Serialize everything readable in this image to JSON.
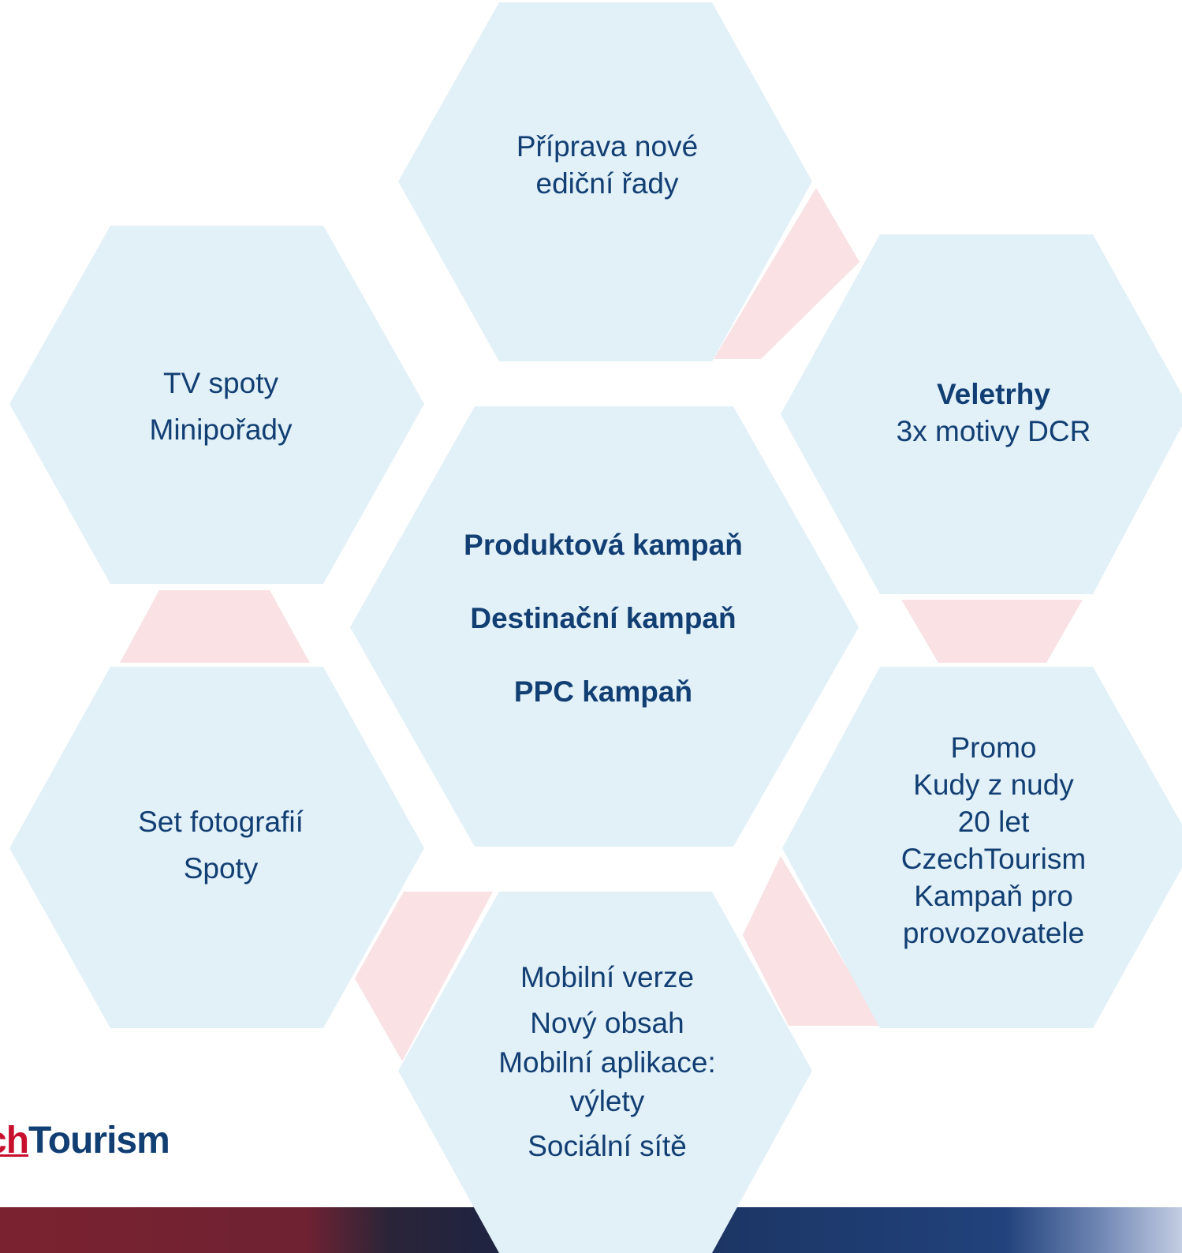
{
  "colors": {
    "hex_fill": "#e2f0f8",
    "connector_fill": "#f9e1e4",
    "text": "#123f73",
    "logo_red": "#c8102e",
    "band_red": "#7b2230",
    "band_blue": "#1f3f78"
  },
  "hexagons": {
    "top": {
      "lines": [
        "Příprava nové",
        "ediční řady"
      ]
    },
    "left_upper": {
      "lines": [
        "TV spoty",
        "Minipořady"
      ]
    },
    "right_upper": {
      "title": "Veletrhy",
      "lines": [
        "3x motivy DCR"
      ]
    },
    "center": {
      "lines": [
        "Produktová kampaň",
        "Destinační kampaň",
        "PPC kampaň"
      ]
    },
    "left_lower": {
      "lines": [
        "Set fotografií",
        "Spoty"
      ]
    },
    "right_lower": {
      "lines": [
        "Promo",
        "Kudy z nudy",
        "20 let",
        "CzechTourism",
        "Kampaň pro",
        "provozovatele"
      ]
    },
    "bottom": {
      "lines": [
        "Mobilní verze",
        "Nový obsah",
        "Mobilní aplikace:",
        "výlety",
        "Sociální sítě"
      ]
    }
  },
  "logo": {
    "prefix": "ch",
    "suffix": "Tourism"
  }
}
